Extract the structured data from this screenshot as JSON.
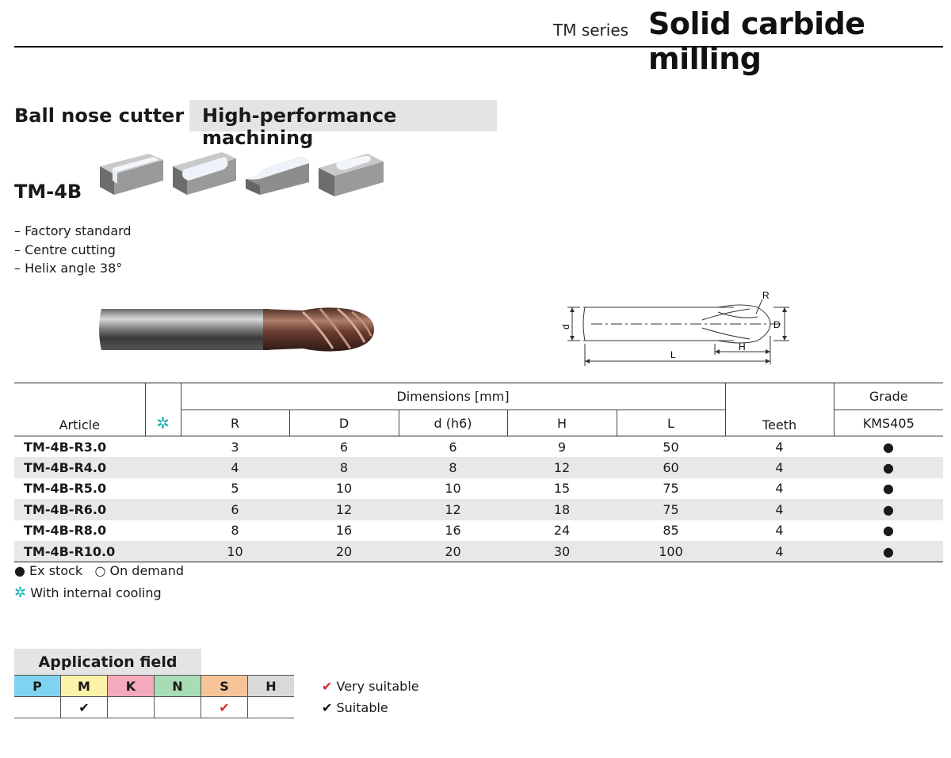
{
  "header": {
    "series": "TM series",
    "title": "Solid carbide milling"
  },
  "product": {
    "type": "Ball nose cutter",
    "performance": "High-performance machining",
    "code": "TM-4B",
    "features": [
      "– Factory standard",
      "– Centre cutting",
      "– Helix angle 38°"
    ]
  },
  "drawing": {
    "labels": {
      "R": "R",
      "d": "d",
      "D": "D",
      "H": "H",
      "L": "L"
    }
  },
  "table": {
    "article_header": "Article",
    "cooling_header": "✲",
    "dimensions_header": "Dimensions [mm]",
    "columns": [
      "R",
      "D",
      "d (h6)",
      "H",
      "L"
    ],
    "teeth_header": "Teeth",
    "grade_header": "Grade",
    "grade_name": "KMS405",
    "rows": [
      {
        "article": "TM-4B-R3.0",
        "R": "3",
        "D": "6",
        "d": "6",
        "H": "9",
        "L": "50",
        "teeth": "4",
        "grade": "●"
      },
      {
        "article": "TM-4B-R4.0",
        "R": "4",
        "D": "8",
        "d": "8",
        "H": "12",
        "L": "60",
        "teeth": "4",
        "grade": "●"
      },
      {
        "article": "TM-4B-R5.0",
        "R": "5",
        "D": "10",
        "d": "10",
        "H": "15",
        "L": "75",
        "teeth": "4",
        "grade": "●"
      },
      {
        "article": "TM-4B-R6.0",
        "R": "6",
        "D": "12",
        "d": "12",
        "H": "18",
        "L": "75",
        "teeth": "4",
        "grade": "●"
      },
      {
        "article": "TM-4B-R8.0",
        "R": "8",
        "D": "16",
        "d": "16",
        "H": "24",
        "L": "85",
        "teeth": "4",
        "grade": "●"
      },
      {
        "article": "TM-4B-R10.0",
        "R": "10",
        "D": "20",
        "d": "20",
        "H": "30",
        "L": "100",
        "teeth": "4",
        "grade": "●"
      }
    ]
  },
  "legend": {
    "ex_stock": "● Ex stock",
    "on_demand": "○ On demand",
    "cooling_glyph": "✲",
    "cooling_text": "With internal cooling"
  },
  "application": {
    "title": "Application field",
    "materials": [
      {
        "code": "P",
        "color": "#7fd3f0",
        "mark": ""
      },
      {
        "code": "M",
        "color": "#fbf3a8",
        "mark": "✔",
        "mark_color": "#111111"
      },
      {
        "code": "K",
        "color": "#f4a9bd",
        "mark": ""
      },
      {
        "code": "N",
        "color": "#a8dcb5",
        "mark": ""
      },
      {
        "code": "S",
        "color": "#f7c49a",
        "mark": "✔",
        "mark_color": "#d42a2a"
      },
      {
        "code": "H",
        "color": "#d9d9d9",
        "mark": ""
      }
    ],
    "key_very": "Very suitable",
    "key_suit": "Suitable",
    "check_glyph": "✔"
  }
}
